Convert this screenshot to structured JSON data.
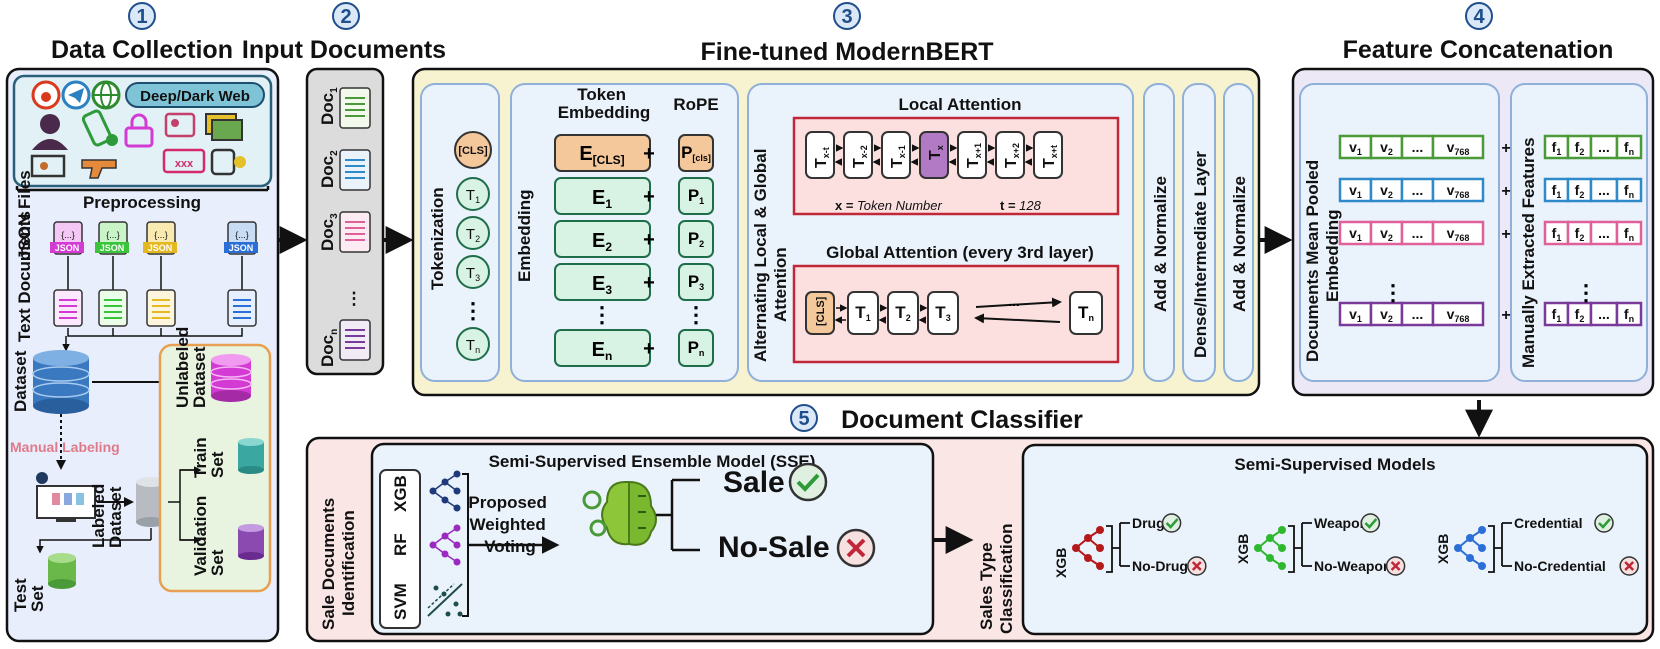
{
  "sections": [
    {
      "num": "1",
      "title": "Data Collection"
    },
    {
      "num": "2",
      "title": "Input Documents"
    },
    {
      "num": "3",
      "title": "Fine-tuned ModernBERT"
    },
    {
      "num": "4",
      "title": "Feature Concatenation"
    },
    {
      "num": "5",
      "title": "Document Classifier"
    }
  ],
  "collection": {
    "deepweb": "Deep/Dark Web",
    "preprocessing": "Preprocessing",
    "json_files": "JSON Files",
    "json_tag": "JSON",
    "json_brace": "{...}",
    "text_documents": "Text Documents",
    "dataset": "Dataset",
    "unlabeled": [
      "Unlabeled",
      "Dataset"
    ],
    "manual_labeling": "Manual Labeling",
    "labeled": [
      "Labeled",
      "Dataset"
    ],
    "train": [
      "Train",
      "Set"
    ],
    "validation": [
      "Validation",
      "Set"
    ],
    "test": [
      "Test",
      "Set"
    ]
  },
  "docs": {
    "prefix": "Doc",
    "subs": [
      "1",
      "2",
      "3",
      "n"
    ],
    "dots": "⋮"
  },
  "bert": {
    "tokenization": "Tokenization",
    "cls": "[CLS]",
    "tokens": [
      "1",
      "2",
      "3",
      "n"
    ],
    "token_letter": "T",
    "embedding": "Embedding",
    "token_embedding": [
      "Token",
      "Embedding"
    ],
    "rope": "RoPE",
    "e_letter": "E",
    "e_subs": [
      "[CLS]",
      "1",
      "2",
      "3",
      "n"
    ],
    "p_letter": "P",
    "p_subs": [
      "[cls]",
      "1",
      "2",
      "3",
      "n"
    ],
    "plus": "+",
    "alternating": [
      "Alternating Local & Global",
      "Attention"
    ],
    "local_attention": "Local Attention",
    "local_subs": [
      "x-t",
      "x-2",
      "x-1",
      "x",
      "x+1",
      "x+2",
      "x+t"
    ],
    "x_note": "x = ",
    "x_note_it": "Token Number",
    "t_note": "t = ",
    "t_note_it": "128",
    "global_attention": "Global Attention (every 3rd layer)",
    "global_subs": [
      "1",
      "2",
      "3"
    ],
    "global_last": "n",
    "ellipsis": "...",
    "add_norm": "Add & Normalize",
    "dense": "Dense/Intermediate Layer"
  },
  "concat": {
    "mean_pooled": [
      "Documents Mean Pooled",
      "Embedding"
    ],
    "manual_features": "Manually Extracted Features",
    "v_cells": [
      "1",
      "2",
      "...",
      "768"
    ],
    "f_cells": [
      "1",
      "2",
      "...",
      "n"
    ],
    "row_colors": [
      "#4a9a3a",
      "#2e8ac8",
      "#e0609a",
      "#7a3a9a"
    ],
    "plus": "+"
  },
  "classifier": {
    "sale_identification": [
      "Sale Documents",
      "Identification"
    ],
    "sse_title": "Semi-Supervised Ensemble Model (SSE)",
    "models": [
      "XGB",
      "RF",
      "SVM"
    ],
    "proposed": [
      "Proposed",
      "Weighted",
      "Voting"
    ],
    "sale": "Sale",
    "nosale": "No-Sale",
    "sales_type": [
      "Sales Type",
      "Classification"
    ],
    "ssm_title": "Semi-Supervised Models",
    "ssm": [
      {
        "model": "XGB",
        "pos": "Drug",
        "neg": "No-Drug",
        "color": "#b51a1a"
      },
      {
        "model": "XGB",
        "pos": "Weapon",
        "neg": "No-Weapon",
        "color": "#2eb82e"
      },
      {
        "model": "XGB",
        "pos": "Credential",
        "neg": "No-Credential",
        "color": "#2a6fd6"
      }
    ]
  }
}
